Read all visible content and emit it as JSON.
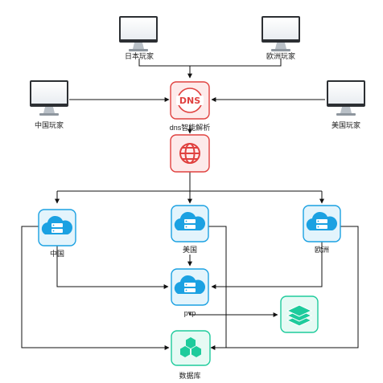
{
  "labels": {
    "japan": "日本玩家",
    "europe_player": "欧洲玩家",
    "china_player": "中国玩家",
    "usa_player": "美国玩家",
    "dns": "dns智能解析",
    "node_china": "中国",
    "node_usa": "美国",
    "node_europe": "欧洲",
    "pvp": "pvp",
    "database": "数据库"
  },
  "icons": {
    "dns_text": "DNS"
  },
  "colors": {
    "red_border": "#e0413f",
    "red_fill": "#fdeaea",
    "blue_border": "#1ba1e2",
    "blue_fill": "#e3f4fc",
    "green_border": "#1ecb9c",
    "green_fill": "#e6faf4"
  }
}
